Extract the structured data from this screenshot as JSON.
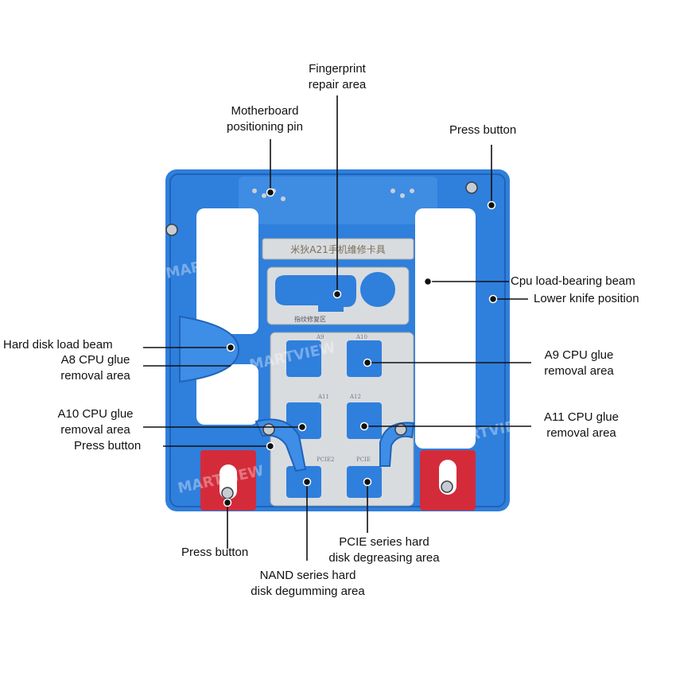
{
  "colors": {
    "fixture_blue": "#2f7fdc",
    "fixture_blue_dark": "#1f63b8",
    "fixture_blue_light": "#4d97ea",
    "steel": "#d9dcdf",
    "clamp_red": "#d42b3a",
    "leader": "#111111"
  },
  "plate_text": {
    "nameplate": "米狄A21手机维修卡具",
    "fingerprint_label": "指纹修复区",
    "slot_a9": "A9",
    "slot_a10": "A10",
    "slot_a11": "A11",
    "slot_a12": "A12",
    "slot_pcie2": "PCIE2",
    "slot_pcie": "PCIE"
  },
  "watermarks": [
    "MARTVIEW",
    "MARTVIEW",
    "MARTVIEW",
    "MARTVIEW"
  ],
  "labels": {
    "fingerprint": [
      "Fingerprint",
      "repair area"
    ],
    "motherboard_pin": [
      "Motherboard",
      "positioning pin"
    ],
    "press_top_right": "Press button",
    "cpu_beam": "Cpu load-bearing beam",
    "lower_knife": "Lower knife position",
    "hard_disk_beam": "Hard disk load beam",
    "a8": [
      "A8 CPU glue",
      "removal area"
    ],
    "a9": [
      "A9 CPU glue",
      "removal area"
    ],
    "a10": [
      "A10 CPU glue",
      "removal area"
    ],
    "press_left": "Press button",
    "a11": [
      "A11 CPU glue",
      "removal area"
    ],
    "press_bottom": "Press button",
    "pcie": [
      "PCIE series hard",
      "disk degreasing area"
    ],
    "nand": [
      "NAND series hard",
      "disk degumming area"
    ]
  }
}
